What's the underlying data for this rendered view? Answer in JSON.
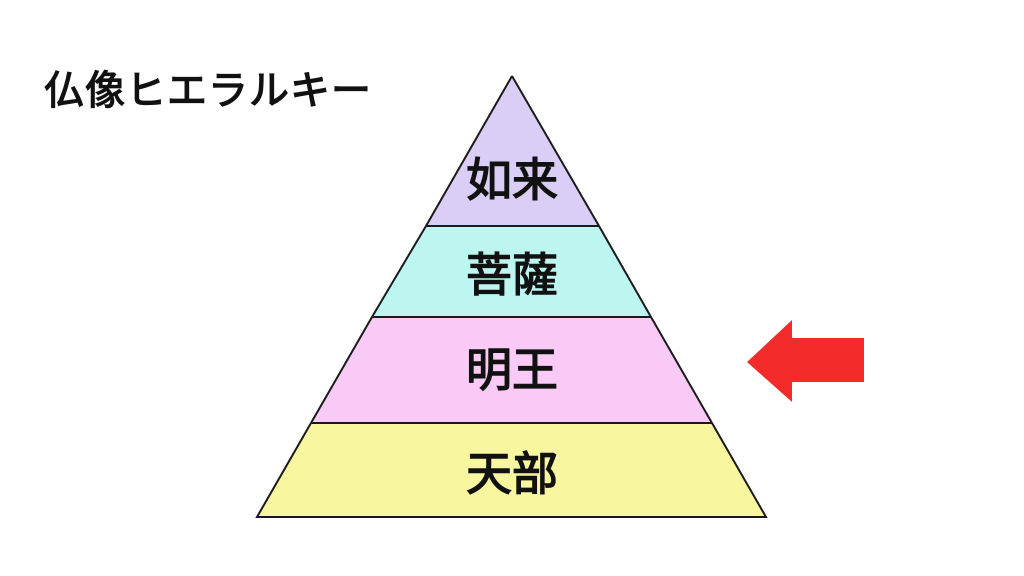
{
  "title": "仏像ヒエラルキー",
  "tiers": [
    {
      "label": "如来",
      "color": "#d9cbf5"
    },
    {
      "label": "菩薩",
      "color": "#b9f5f0"
    },
    {
      "label": "明王",
      "color": "#f9c7f4"
    },
    {
      "label": "天部",
      "color": "#f8f59a"
    }
  ],
  "highlighted_tier": "明王",
  "colors": {
    "outline": "#1a1a1a",
    "arrow": "#f42b2b",
    "text": "#111111"
  },
  "icons": {
    "highlight_arrow": "left-arrow-icon"
  }
}
